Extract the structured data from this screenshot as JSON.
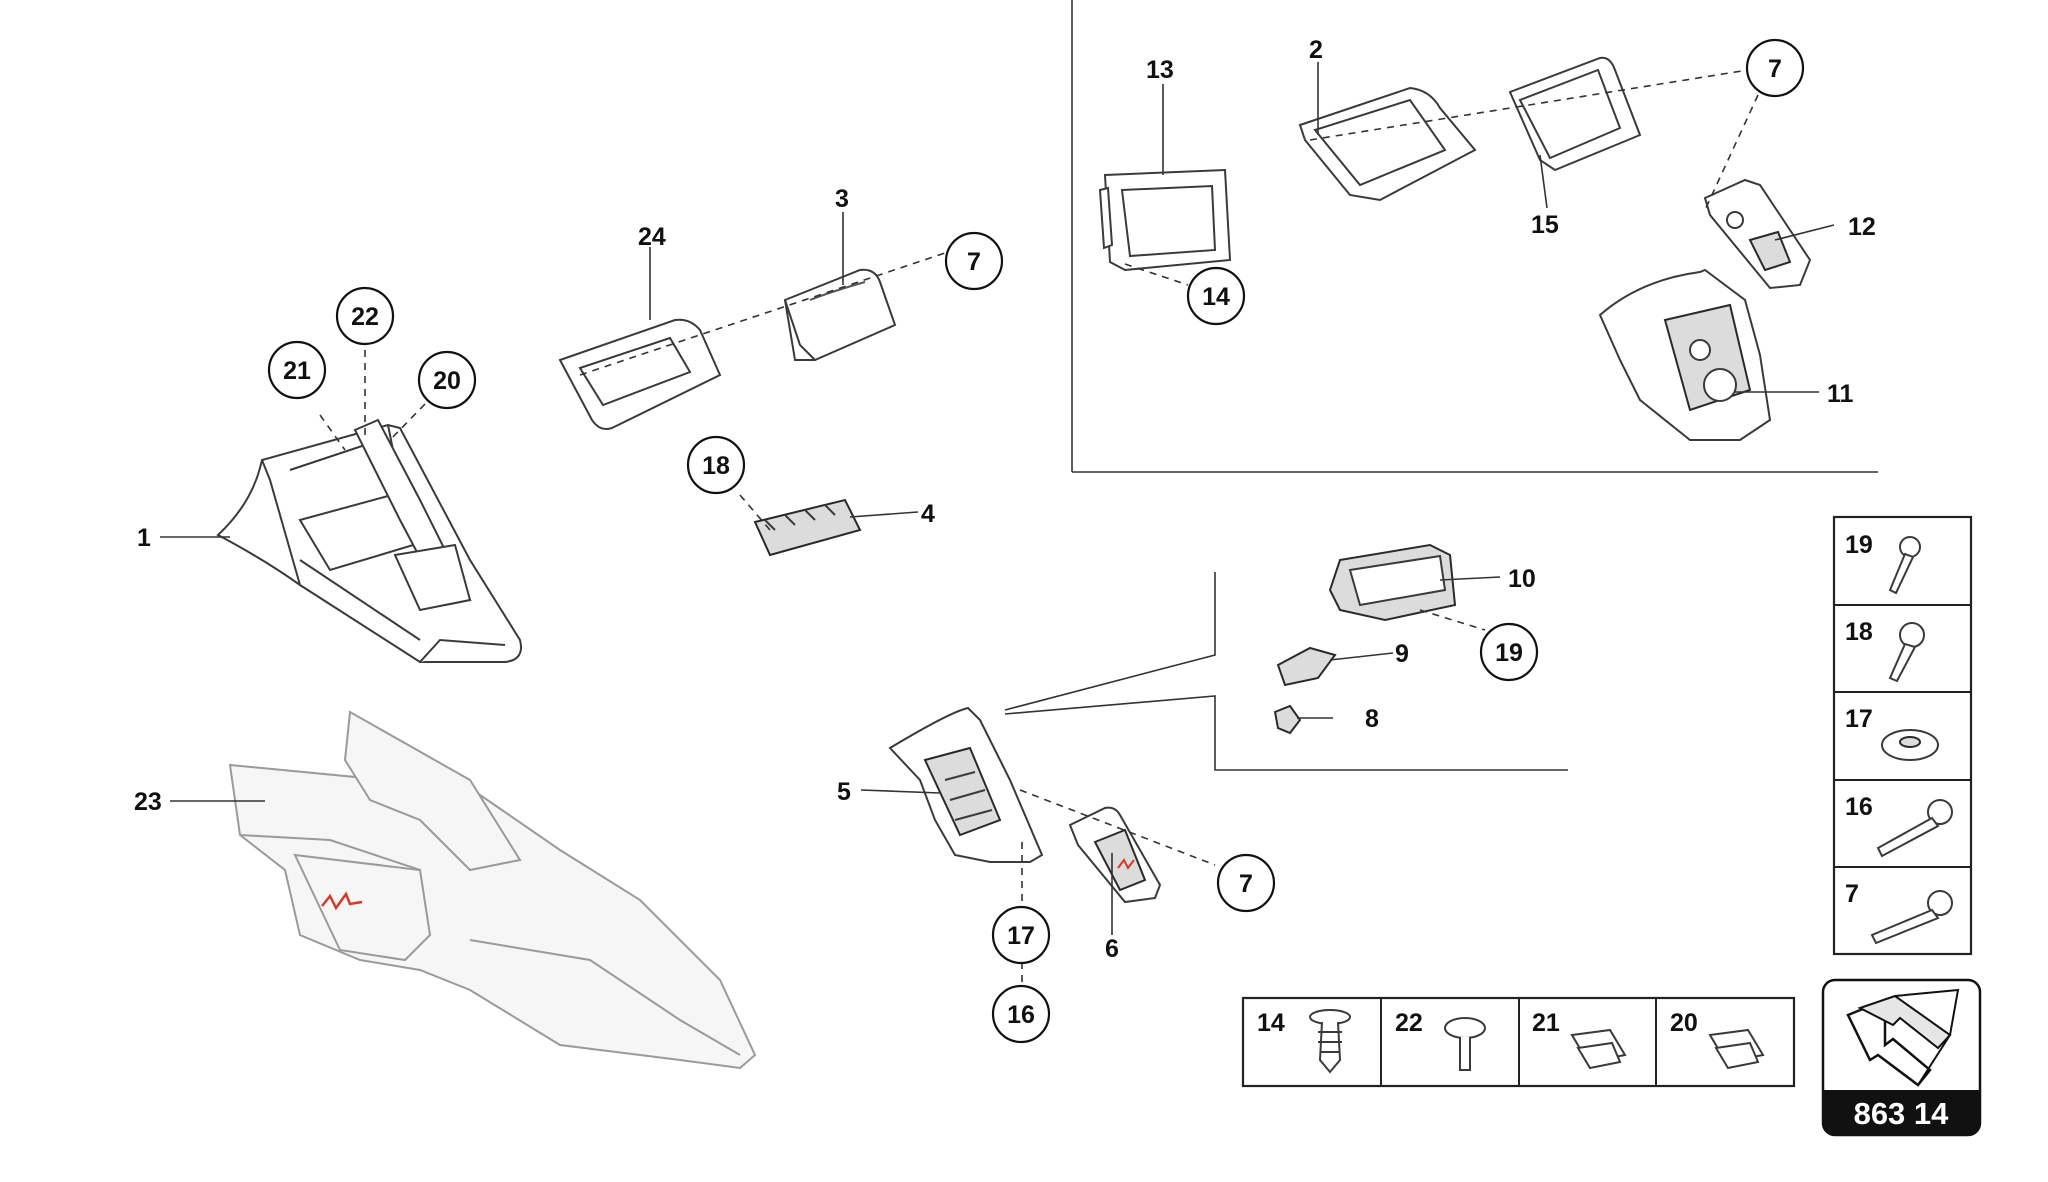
{
  "callouts": {
    "c1": "1",
    "c2": "2",
    "c3": "3",
    "c4": "4",
    "c5": "5",
    "c6": "6",
    "c7a": "7",
    "c7b": "7",
    "c7c": "7",
    "c8": "8",
    "c9": "9",
    "c10": "10",
    "c11": "11",
    "c12": "12",
    "c13": "13",
    "c14": "14",
    "c15": "15",
    "c16": "16",
    "c17": "17",
    "c18": "18",
    "c19": "19",
    "c20": "20",
    "c21": "21",
    "c22": "22",
    "c23": "23",
    "c24": "24"
  },
  "fastener_column": [
    "19",
    "18",
    "17",
    "16",
    "7"
  ],
  "fastener_row": [
    "14",
    "22",
    "21",
    "20"
  ],
  "badge": {
    "label": "863 14"
  },
  "colors": {
    "line": "#333333",
    "logo_red": "#d33a2c",
    "badge": "#111111"
  },
  "icons": [
    "arrow-forward-icon",
    "screw-icon",
    "washer-icon",
    "clip-nut-icon",
    "push-rivet-icon"
  ]
}
